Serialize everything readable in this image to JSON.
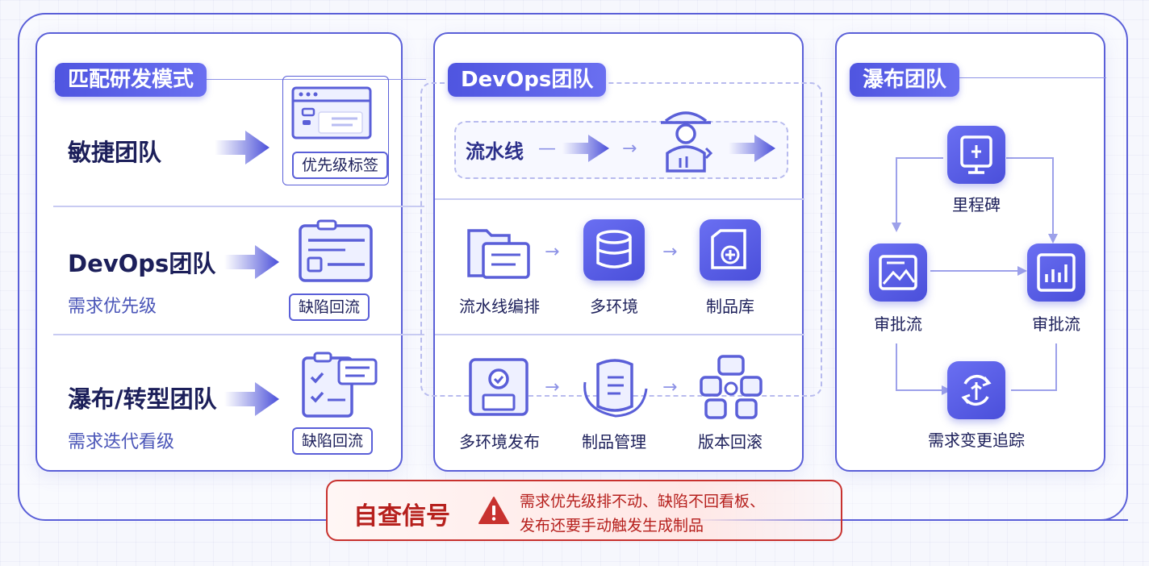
{
  "left_panel": {
    "title": "匹配研发模式",
    "rows": [
      {
        "name": "敏捷团队",
        "sub": "",
        "tag": "优先级标签",
        "icon": "browser-window-icon"
      },
      {
        "name": "DevOps团队",
        "sub": "需求优先级",
        "tag": "缺陷回流",
        "icon": "clipboard-list-icon"
      },
      {
        "name": "瀑布/转型团队",
        "sub": "需求迭代看级",
        "tag": "缺陷回流",
        "icon": "checklist-icon"
      }
    ]
  },
  "devops_panel": {
    "title": "DevOps团队",
    "pipeline_label": "流水线",
    "row1": [
      "流水线编排",
      "多环境",
      "制品库"
    ],
    "row2": [
      "多环境发布",
      "制品管理",
      "版本回滚"
    ]
  },
  "waterfall_panel": {
    "title": "瀑布团队",
    "nodes": {
      "top": "里程碑",
      "left": "审批流",
      "right": "审批流",
      "bottom": "需求变更追踪"
    }
  },
  "alert": {
    "title": "自查信号",
    "line1": "需求优先级排不动、缺陷不回看板、",
    "line2": "发布还要手动触发生成制品",
    "color": "#c8322f"
  },
  "colors": {
    "accent": "#5a5fd8",
    "tile": "#5a5fe6",
    "text": "#1c1f5a"
  }
}
